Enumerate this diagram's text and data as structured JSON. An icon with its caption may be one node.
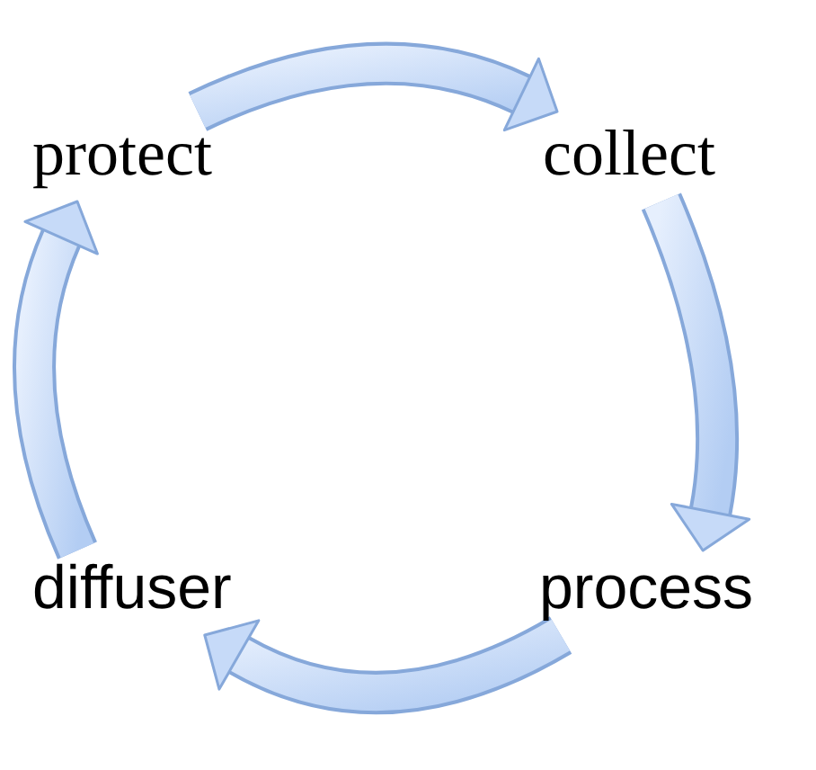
{
  "diagram": {
    "nodes": [
      {
        "text": [
          "protect"
        ]
      },
      {
        "text": [
          "collect"
        ]
      },
      {
        "text": [
          "diffuser"
        ]
      },
      {
        "text": [
          "process"
        ]
      }
    ],
    "edges": [
      {
        "from": 0,
        "to": 1,
        "arrow": "to"
      },
      {
        "from": 1,
        "to": 3,
        "arrow": "to"
      },
      {
        "from": 3,
        "to": 2,
        "arrow": "to"
      },
      {
        "from": 2,
        "to": 0,
        "arrow": "to"
      }
    ]
  }
}
